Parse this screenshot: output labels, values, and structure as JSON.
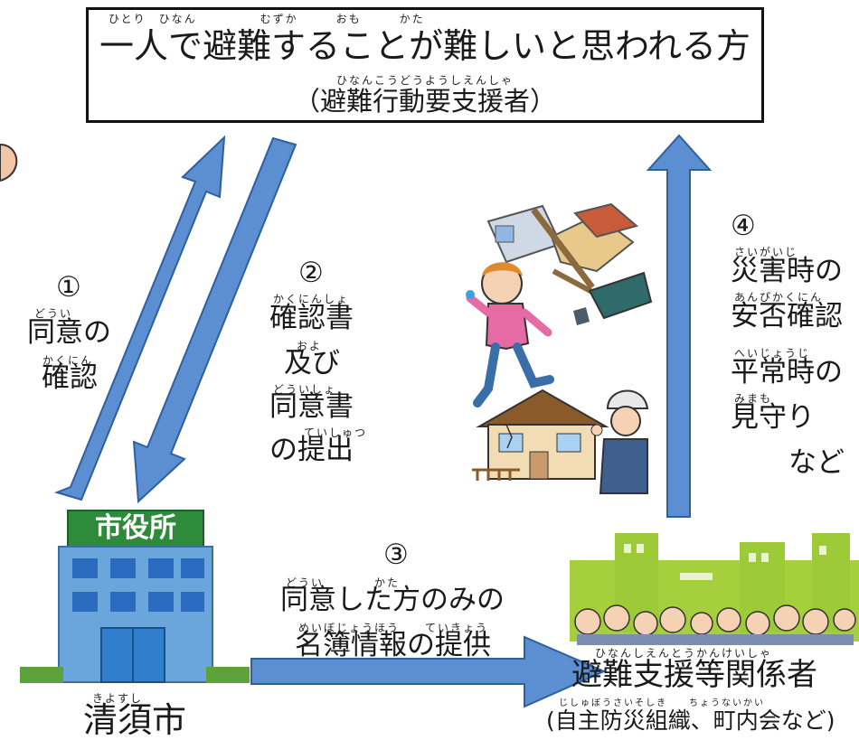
{
  "title": {
    "furigana_line": "ひとり　ひなん　　　　　むずか　　　おも　　　かた",
    "main": "一人で避難することが難しいと思われる方",
    "sub_furigana": "ひなんこうどうようしえんしゃ",
    "sub": "（避難行動要支援者）"
  },
  "step1": {
    "number": "①",
    "furigana_1": "どうい",
    "line1": "同意の",
    "furigana_2": "かくにん",
    "line2": "確認"
  },
  "step2": {
    "number": "②",
    "furigana_1": "かくにんしょ",
    "line1": "確認書",
    "furigana_2": "およ",
    "line2": "及び",
    "furigana_3": "どういしょ",
    "line3": "同意書",
    "furigana_4": "ていしゅつ",
    "line4": "の提出"
  },
  "step3": {
    "number": "③",
    "furigana_1": "どうい　　　　かた",
    "line1": "同意した方のみの",
    "furigana_2": "めいぼじょうほう　　ていきょう",
    "line2": "名簿情報の提供"
  },
  "step4": {
    "number": "④",
    "furigana_1": "さいがいじ",
    "line1": "災害時の",
    "furigana_2": "あんぴかくにん",
    "line2": "安否確認",
    "furigana_3": "へいじょうじ",
    "line3": "平常時の",
    "furigana_4": "みまも",
    "line4": "見守り",
    "line5": "など"
  },
  "city_hall": {
    "sign": "市役所",
    "furigana": "きよすし",
    "label": "清須市"
  },
  "support": {
    "furigana": "ひなんしえんとうかんけいしゃ",
    "label": "避難支援等関係者",
    "note_furigana": "じしゅぼうさいそしき　　ちょうないかい",
    "note": "(自主防災組織、町内会など)"
  },
  "colors": {
    "arrow_fill": "#5b8fd2",
    "arrow_stroke": "#2e5f9f",
    "sign_green": "#2e8b3a",
    "building_blue": "#6aa6dc"
  }
}
